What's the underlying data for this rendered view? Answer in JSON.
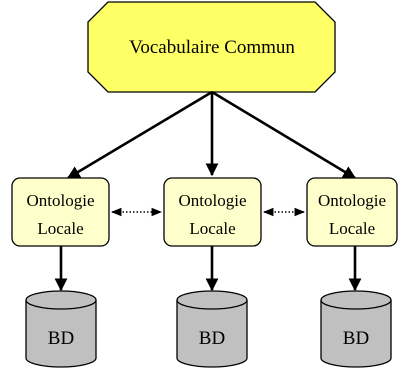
{
  "nodes": {
    "vocabulary": {
      "label": "Vocabulaire Commun",
      "fill": "#ffff66"
    },
    "ontologies": [
      {
        "line1": "Ontologie",
        "line2": "Locale"
      },
      {
        "line1": "Ontologie",
        "line2": "Locale"
      },
      {
        "line1": "Ontologie",
        "line2": "Locale"
      }
    ],
    "ontology_fill": "#ffffcc",
    "databases": [
      {
        "label": "BD"
      },
      {
        "label": "BD"
      },
      {
        "label": "BD"
      }
    ],
    "database_fill": "#c0c0c0"
  }
}
